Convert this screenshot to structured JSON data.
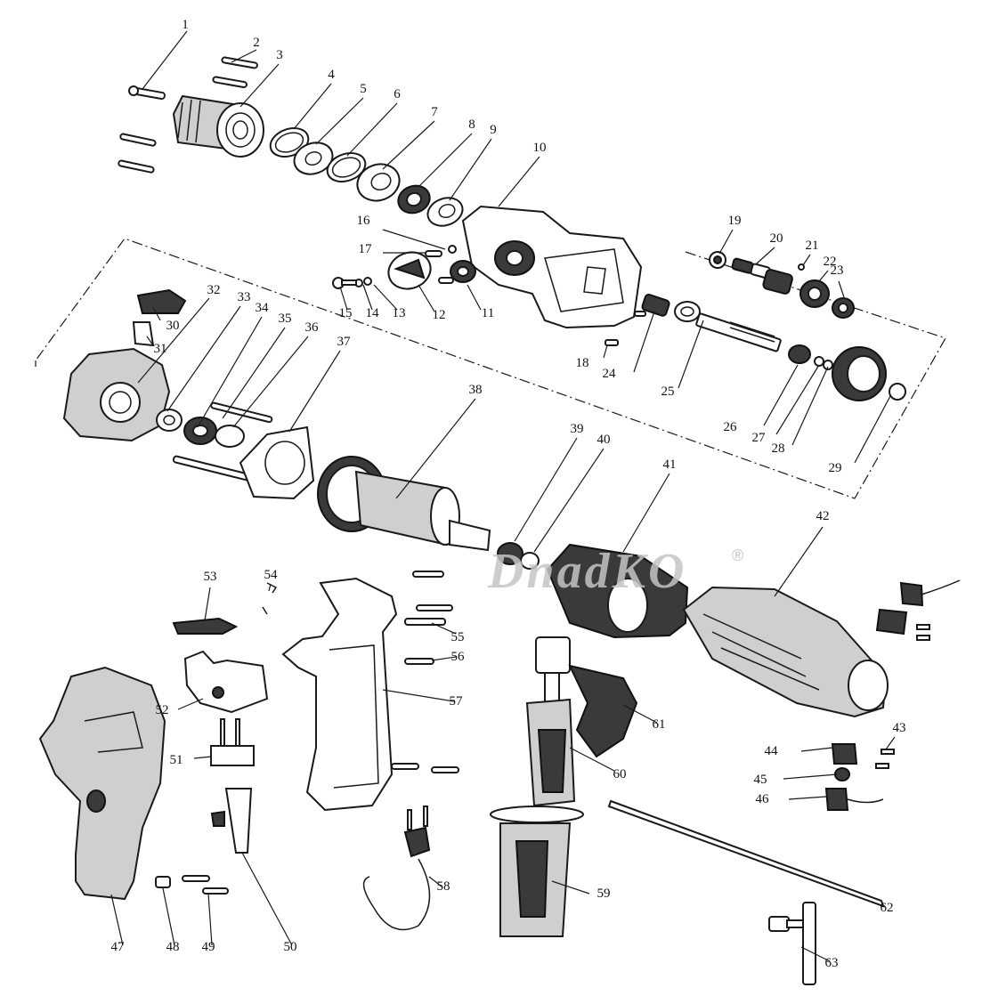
{
  "watermark": {
    "text": "DnadKO",
    "registered": "®"
  },
  "part_numbers": [
    "1",
    "2",
    "3",
    "4",
    "5",
    "6",
    "7",
    "8",
    "9",
    "10",
    "11",
    "12",
    "13",
    "14",
    "15",
    "16",
    "17",
    "18",
    "19",
    "20",
    "21",
    "22",
    "23",
    "24",
    "25",
    "26",
    "27",
    "28",
    "29",
    "30",
    "31",
    "32",
    "33",
    "34",
    "35",
    "36",
    "37",
    "38",
    "39",
    "40",
    "41",
    "42",
    "43",
    "44",
    "45",
    "46",
    "47",
    "48",
    "49",
    "50",
    "51",
    "52",
    "53",
    "54",
    "55",
    "56",
    "57",
    "58",
    "59",
    "60",
    "61",
    "62",
    "63"
  ]
}
